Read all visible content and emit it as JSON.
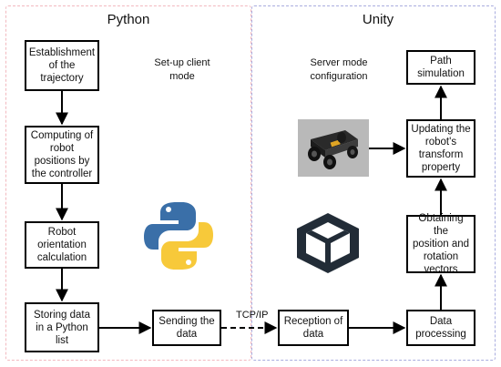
{
  "panels": {
    "python": {
      "title": "Python",
      "mode_label": "Set-up client\nmode"
    },
    "unity": {
      "title": "Unity",
      "mode_label": "Server mode\nconfiguration"
    }
  },
  "nodes": {
    "establishment": "Establishment\nof the\ntrajectory",
    "computing": "Computing of\nrobot\npositions by\nthe controller",
    "orientation": "Robot\norientation\ncalculation",
    "storing": "Storing data\nin a Python\nlist",
    "sending": "Sending the\ndata",
    "reception": "Reception of\ndata",
    "processing": "Data\nprocessing",
    "obtaining": "Obtaining the\nposition and\nrotation\nvectors",
    "updating": "Updating the\nrobot's\ntransform\nproperty",
    "path": "Path\nsimulation"
  },
  "edges": [
    {
      "from": "establishment",
      "to": "computing",
      "style": "solid"
    },
    {
      "from": "computing",
      "to": "orientation",
      "style": "solid"
    },
    {
      "from": "orientation",
      "to": "storing",
      "style": "solid"
    },
    {
      "from": "storing",
      "to": "sending",
      "style": "solid"
    },
    {
      "from": "sending",
      "to": "reception",
      "style": "dashed",
      "label": "TCP/IP"
    },
    {
      "from": "reception",
      "to": "processing",
      "style": "solid"
    },
    {
      "from": "processing",
      "to": "obtaining",
      "style": "solid"
    },
    {
      "from": "obtaining",
      "to": "updating",
      "style": "solid"
    },
    {
      "from": "updating",
      "to": "path",
      "style": "solid"
    },
    {
      "from": "robot_image",
      "to": "updating",
      "style": "solid"
    }
  ],
  "images": {
    "python_logo": "python-logo-icon",
    "unity_logo": "unity-logo-icon",
    "robot_image": "robot-vehicle-render"
  },
  "colors": {
    "python_panel_border": "#f2b9bf",
    "unity_panel_border": "#a9addf",
    "python_blue": "#3a6fa8",
    "python_yellow": "#f7c93a",
    "unity_dark": "#222c37"
  }
}
